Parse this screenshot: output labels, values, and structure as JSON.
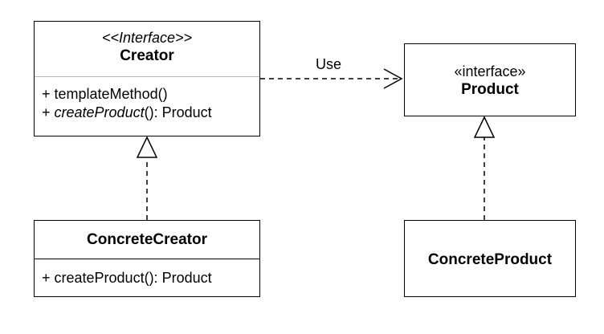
{
  "classes": {
    "creator": {
      "stereotype": "<<Interface>>",
      "name": "Creator",
      "operations": {
        "op1": "+ templateMethod()",
        "op2_prefix": "+ ",
        "op2_name": "createProduct",
        "op2_suffix": "(): Product"
      }
    },
    "product": {
      "stereotype": "«interface»",
      "name": "Product"
    },
    "concrete_creator": {
      "name": "ConcreteCreator",
      "operations": {
        "op1": "+ createProduct(): Product"
      }
    },
    "concrete_product": {
      "name": "ConcreteProduct"
    }
  },
  "relations": {
    "use_label": "Use"
  },
  "colors": {
    "line": "#000000",
    "separator_light": "#b9b9b9",
    "background": "#ffffff"
  }
}
